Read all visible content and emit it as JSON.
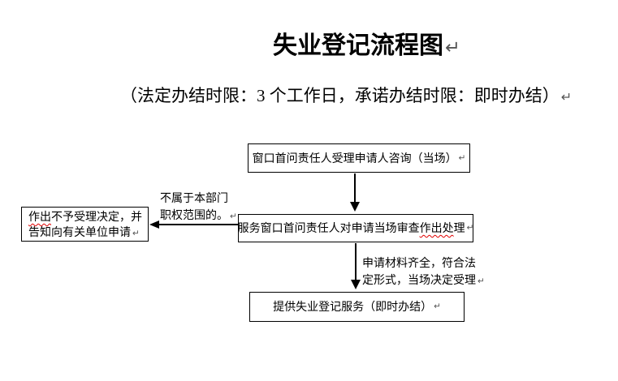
{
  "document": {
    "title": "失业登记流程图",
    "subtitle": "（法定办结时限：3 个工作日，承诺办结时限：即时办结）",
    "return_mark": "↵"
  },
  "flowchart": {
    "box_consult": {
      "label": "窗口首问责任人受理申请人咨询（当场）"
    },
    "box_review": {
      "text_before": "服务窗口首问责任人对申请当场审查",
      "text_squiggle": "作出处",
      "text_after": "理"
    },
    "box_reject": {
      "line1_squiggle": "作出",
      "line1_rest": "不予受理决定，并",
      "line2": "告知向有关单位申请"
    },
    "box_provide": {
      "label": "提供失业登记服务（即时办结）"
    },
    "label_reject_condition": {
      "line1": "不属于本部门",
      "line2": "职权范围的。"
    },
    "label_accept_condition": {
      "line1": "申请材料齐全，符合法",
      "line2": "定形式，当场决定受理"
    }
  }
}
